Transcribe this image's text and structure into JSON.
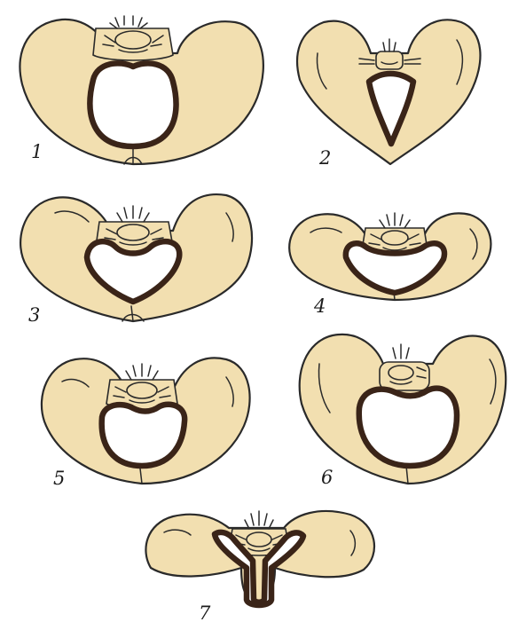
{
  "figure": {
    "panels": [
      {
        "number": "1",
        "inlet_shape": "round"
      },
      {
        "number": "2",
        "inlet_shape": "triangular"
      },
      {
        "number": "3",
        "inlet_shape": "heart"
      },
      {
        "number": "4",
        "inlet_shape": "flat-heart"
      },
      {
        "number": "5",
        "inlet_shape": "round"
      },
      {
        "number": "6",
        "inlet_shape": "round-large"
      },
      {
        "number": "7",
        "inlet_shape": "Y-shaped"
      }
    ],
    "colors": {
      "bone_fill": "#f2dfb0",
      "outline": "#2a2a2a",
      "inlet_outline": "#3a2418",
      "background": "#ffffff"
    }
  }
}
